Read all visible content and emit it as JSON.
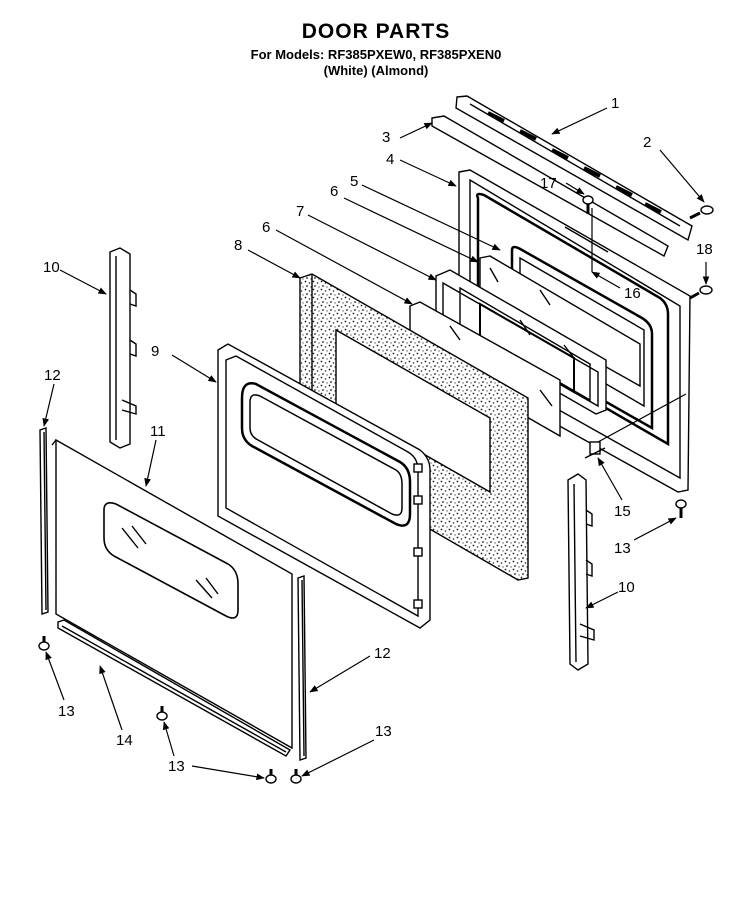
{
  "header": {
    "title": "DOOR PARTS",
    "models": "For Models: RF385PXEW0, RF385PXEN0",
    "colors": "(White)   (Almond)"
  },
  "callouts": [
    {
      "id": "c1",
      "text": "1"
    },
    {
      "id": "c2",
      "text": "2"
    },
    {
      "id": "c3",
      "text": "3"
    },
    {
      "id": "c4",
      "text": "4"
    },
    {
      "id": "c5",
      "text": "5"
    },
    {
      "id": "c6a",
      "text": "6"
    },
    {
      "id": "c6b",
      "text": "6"
    },
    {
      "id": "c7",
      "text": "7"
    },
    {
      "id": "c8",
      "text": "8"
    },
    {
      "id": "c9",
      "text": "9"
    },
    {
      "id": "c10a",
      "text": "10"
    },
    {
      "id": "c10b",
      "text": "10"
    },
    {
      "id": "c11",
      "text": "11"
    },
    {
      "id": "c12a",
      "text": "12"
    },
    {
      "id": "c12b",
      "text": "12"
    },
    {
      "id": "c13a",
      "text": "13"
    },
    {
      "id": "c13b",
      "text": "13"
    },
    {
      "id": "c13c",
      "text": "13"
    },
    {
      "id": "c13d",
      "text": "13"
    },
    {
      "id": "c14",
      "text": "14"
    },
    {
      "id": "c15",
      "text": "15"
    },
    {
      "id": "c16",
      "text": "16"
    },
    {
      "id": "c17",
      "text": "17"
    },
    {
      "id": "c18",
      "text": "18"
    }
  ]
}
